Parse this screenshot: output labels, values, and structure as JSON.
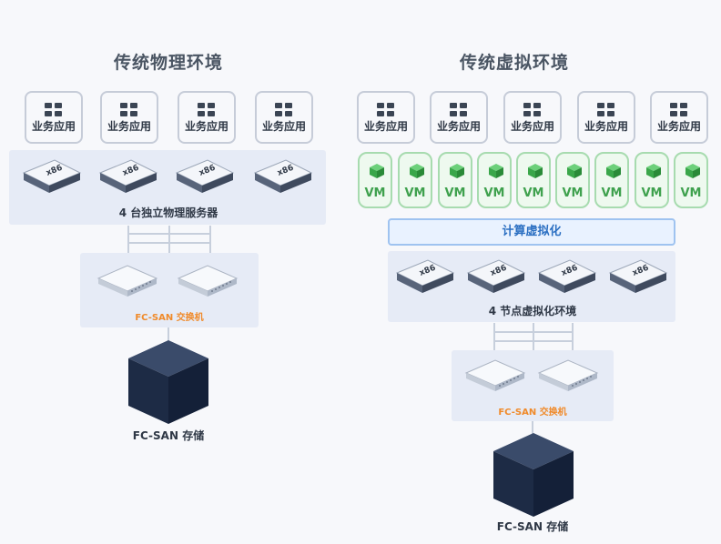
{
  "left": {
    "title": "传统物理环境",
    "apps": [
      "业务应用",
      "业务应用",
      "业务应用",
      "业务应用"
    ],
    "server_label": "x86",
    "servers_caption": "4 台独立物理服务器",
    "switch_caption": "FC-SAN 交换机",
    "storage_caption": "FC-SAN 存储"
  },
  "right": {
    "title": "传统虚拟环境",
    "apps": [
      "业务应用",
      "业务应用",
      "业务应用",
      "业务应用",
      "业务应用"
    ],
    "vm_label": "VM",
    "virtualization_label": "计算虚拟化",
    "server_label": "x86",
    "servers_caption": "4 节点虚拟化环境",
    "switch_caption": "FC-SAN 交换机",
    "storage_caption": "FC-SAN 存储"
  },
  "colors": {
    "panel": "#e6ebf6",
    "vm_green": "#3fa14e",
    "switch_orange": "#f08a2a",
    "virt_blue": "#2b6fc2",
    "storage_navy": "#1c2a44"
  },
  "icons": [
    "app-grid-icon",
    "server-icon",
    "switch-icon",
    "vm-cube-icon",
    "storage-cube-icon"
  ]
}
